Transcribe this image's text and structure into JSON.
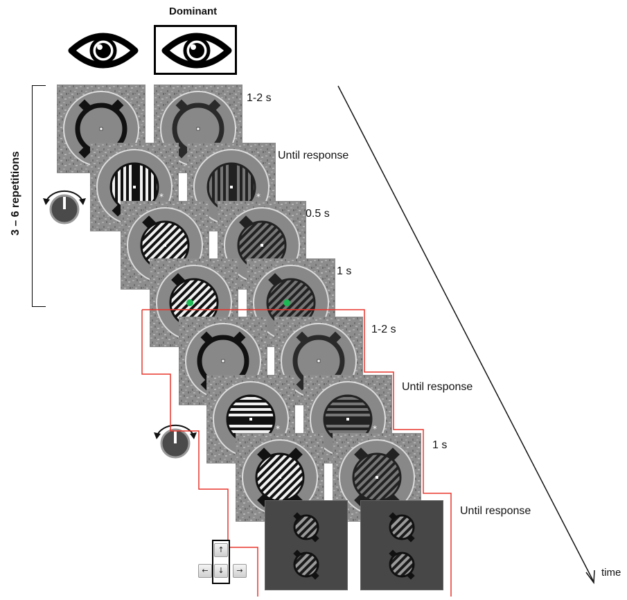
{
  "header": {
    "dominant_label": "Dominant"
  },
  "eyes": [
    {
      "icon": "eye-icon",
      "dominant": false
    },
    {
      "icon": "eye-icon",
      "dominant": true
    }
  ],
  "repetitions_label": "3 – 6 repetitions",
  "steps": [
    {
      "duration": "1-2  s",
      "stimulus": "ring-cue",
      "grating": "none"
    },
    {
      "duration": "Until response",
      "stimulus": "grating-probe",
      "grating": "vertical",
      "marker": "*"
    },
    {
      "duration": "0.5  s",
      "stimulus": "grating",
      "grating": "oblique"
    },
    {
      "duration": "1 s",
      "stimulus": "grating-feedback",
      "grating": "oblique",
      "feedback_color": "#1db954"
    },
    {
      "duration": "1-2  s",
      "stimulus": "ring-cue",
      "grating": "none"
    },
    {
      "duration": "Until response",
      "stimulus": "grating-probe",
      "grating": "horizontal",
      "marker": "*"
    },
    {
      "duration": "1 s",
      "stimulus": "grating",
      "grating": "oblique"
    },
    {
      "duration": "Until response",
      "stimulus": "two-choice-gratings",
      "grating": "oblique"
    }
  ],
  "time_label": "time",
  "response_keys": {
    "up": "↑",
    "down": "↓",
    "left": "←",
    "right": "→"
  },
  "colors": {
    "highlight_outline": "#e8332a",
    "feedback_dot": "#1db954",
    "dark_panel": "#474747"
  }
}
